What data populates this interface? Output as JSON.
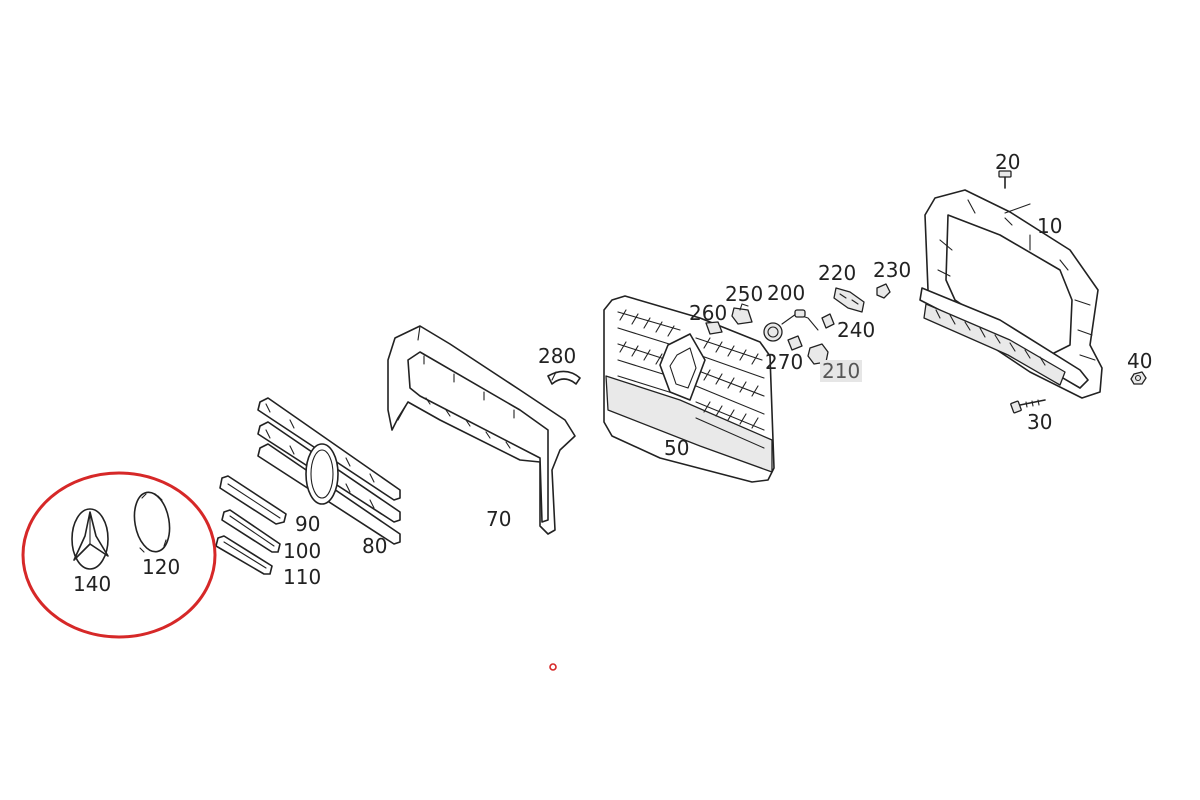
{
  "callouts": {
    "c10": "10",
    "c20": "20",
    "c30": "30",
    "c40": "40",
    "c50": "50",
    "c70": "70",
    "c80": "80",
    "c90": "90",
    "c100": "100",
    "c110": "110",
    "c120": "120",
    "c140": "140",
    "c200": "200",
    "c210": "210",
    "c220": "220",
    "c230": "230",
    "c240": "240",
    "c250": "250",
    "c260": "260",
    "c270": "270",
    "c280": "280"
  },
  "colors": {
    "line": "#222222",
    "highlight_ring": "#d62828",
    "label_highlight": "#e6e6e6"
  },
  "icons": [
    "mercedes-star-icon",
    "bolt-icon",
    "clip-icon",
    "sensor-icon"
  ]
}
